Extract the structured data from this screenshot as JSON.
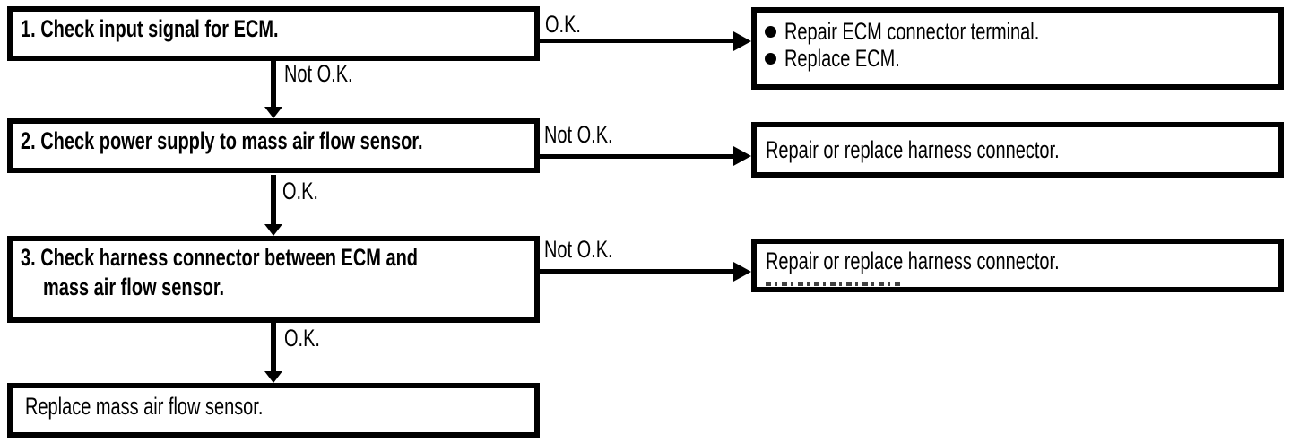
{
  "flowchart": {
    "colors": {
      "ink": "#000000",
      "paper": "#ffffff"
    },
    "step1": {
      "text": "1. Check input signal for ECM.",
      "right_label": "O.K.",
      "down_label": "Not O.K."
    },
    "result1": {
      "items": [
        "Repair ECM connector terminal.",
        "Replace ECM."
      ]
    },
    "step2": {
      "text": "2. Check power supply to mass air flow sensor.",
      "right_label": "Not O.K.",
      "down_label": "O.K."
    },
    "result2": {
      "text": "Repair or replace harness connector."
    },
    "step3": {
      "line1": "3. Check harness connector between ECM and",
      "line2": "mass air flow sensor.",
      "right_label": "Not O.K.",
      "down_label": "O.K."
    },
    "result3": {
      "text": "Repair or replace harness connector."
    },
    "final": {
      "text": "Replace mass air flow sensor."
    }
  }
}
